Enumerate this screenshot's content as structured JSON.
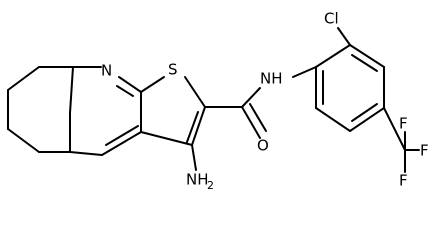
{
  "molecule": {
    "atom_labels": {
      "ring_nitrogen": "N",
      "ring_sulfur": "S",
      "amide_nh": "NH",
      "carbonyl_oxygen": "O",
      "chlorine": "Cl",
      "amine_n": "NH",
      "amine_sub": "2",
      "fluorine_top": "F",
      "fluorine_right": "F",
      "fluorine_bottom": "F"
    },
    "colors": {
      "bond": "#000000",
      "label": "#000000",
      "background": "#ffffff"
    }
  }
}
